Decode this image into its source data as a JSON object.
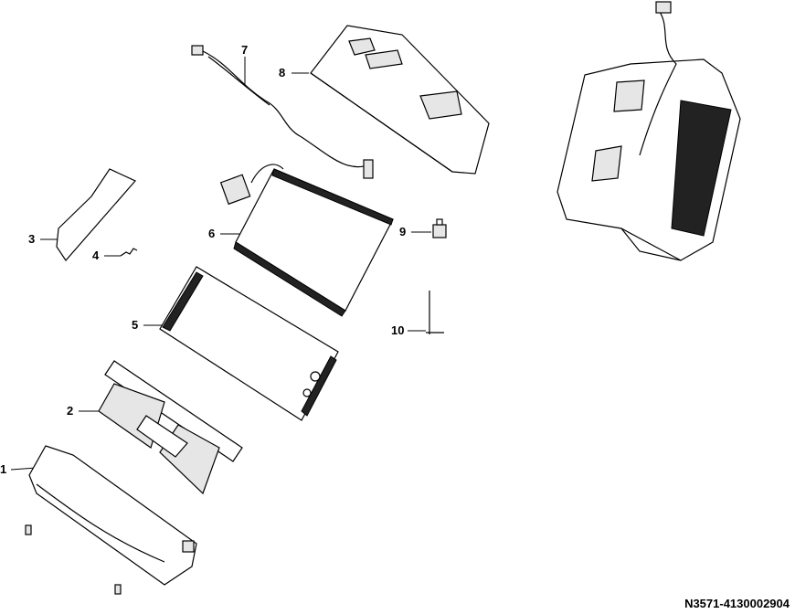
{
  "diagram": {
    "reference_code": "N3571-4130002904",
    "callouts": [
      {
        "number": "1"
      },
      {
        "number": "2"
      },
      {
        "number": "3"
      },
      {
        "number": "4"
      },
      {
        "number": "5"
      },
      {
        "number": "6"
      },
      {
        "number": "7"
      },
      {
        "number": "8"
      },
      {
        "number": "9"
      },
      {
        "number": "10"
      }
    ]
  }
}
